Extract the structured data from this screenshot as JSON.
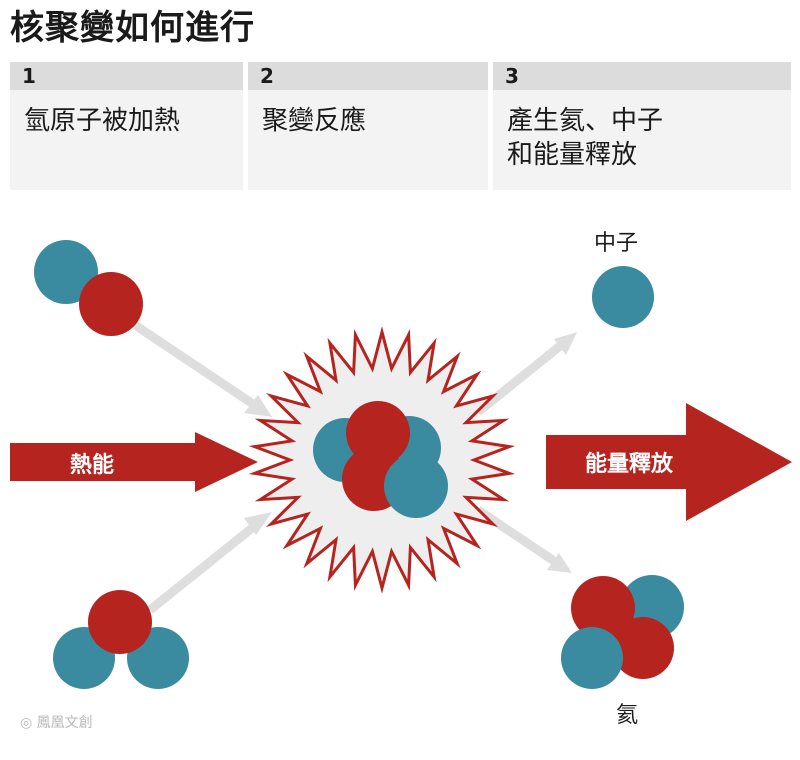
{
  "title": "核聚變如何進行",
  "steps": [
    {
      "number": "1",
      "text": "氫原子被加熱"
    },
    {
      "number": "2",
      "text": "聚變反應"
    },
    {
      "number": "3",
      "text": "產生氦、中子\n和能量釋放"
    }
  ],
  "diagram": {
    "heat_label": "熱能",
    "energy_label": "能量釋放",
    "neutron_label": "中子",
    "helium_label": "氦"
  },
  "colors": {
    "proton": "#b5241f",
    "neutron": "#3b8ba0",
    "arrow_red": "#b5241f",
    "burst_stroke": "#b5241f",
    "burst_fill": "#eeeeee",
    "gray_arrow": "#dedede"
  },
  "watermark": "鳳凰文創"
}
